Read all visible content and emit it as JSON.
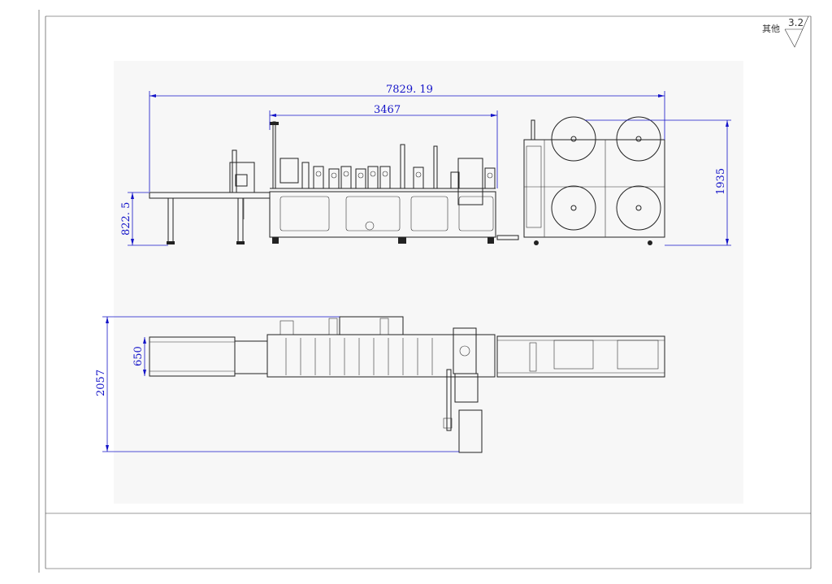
{
  "title_block": {
    "corner_text": "其他",
    "roughness": "3.2"
  },
  "dimensions": {
    "elevation_total_length": "7829. 19",
    "elevation_section_length": "3467",
    "elevation_table_height": "822. 5",
    "elevation_overall_height": "1935",
    "plan_conveyor_width": "650",
    "plan_overall_width": "2057"
  },
  "colors": {
    "dimension": "#1414c8",
    "linework": "#222222",
    "paper": "#ffffff",
    "drawing_area": "#f7f7f7"
  }
}
